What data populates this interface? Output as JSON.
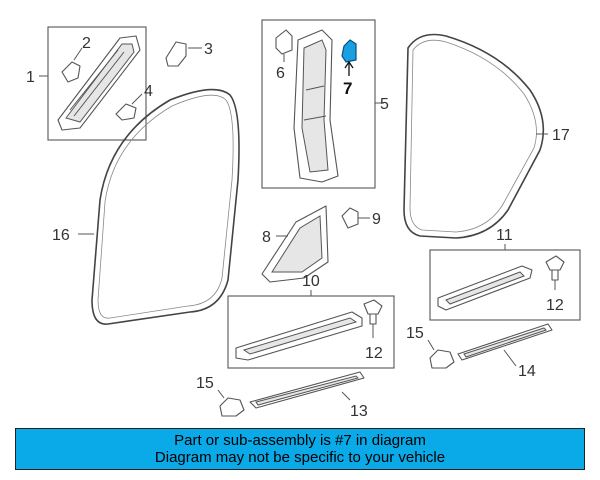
{
  "diagram": {
    "callouts": {
      "c1": "1",
      "c2": "2",
      "c3": "3",
      "c4": "4",
      "c5": "5",
      "c6": "6",
      "c7": "7",
      "c8": "8",
      "c9": "9",
      "c10": "10",
      "c11": "11",
      "c12a": "12",
      "c12b": "12",
      "c13": "13",
      "c14": "14",
      "c15a": "15",
      "c15b": "15",
      "c16": "16",
      "c17": "17"
    },
    "highlight_color": "#1a9fe0"
  },
  "banner": {
    "line1": "Part or sub-assembly is #7 in diagram",
    "line2": "Diagram may not be specific to your vehicle",
    "background": "#0aa9e8"
  }
}
